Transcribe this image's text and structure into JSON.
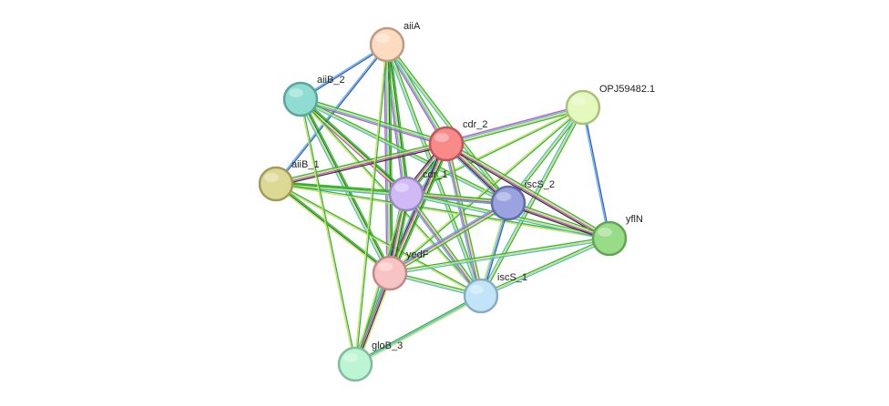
{
  "network": {
    "nodes": [
      {
        "id": "aiiA",
        "label": "aiiA",
        "color": "#fbdcc0",
        "stroke": "#c09a80"
      },
      {
        "id": "aiiB_2",
        "label": "aiiB_2",
        "color": "#8edcd2",
        "stroke": "#5aa59c"
      },
      {
        "id": "OPJ59482.1",
        "label": "OPJ59482.1",
        "color": "#e4f9bd",
        "stroke": "#a9c27a"
      },
      {
        "id": "cdr_2",
        "label": "cdr_2",
        "color": "#f88a8a",
        "stroke": "#c05656"
      },
      {
        "id": "aiiB_1",
        "label": "aiiB_1",
        "color": "#dcd994",
        "stroke": "#a09d58"
      },
      {
        "id": "cdr_1",
        "label": "cdr_1",
        "color": "#cfbaf5",
        "stroke": "#9a86c2"
      },
      {
        "id": "iscS_2",
        "label": "iscS_2",
        "color": "#9aa2e0",
        "stroke": "#626aa8"
      },
      {
        "id": "yflN",
        "label": "yflN",
        "color": "#99dc88",
        "stroke": "#62a452"
      },
      {
        "id": "yedF",
        "label": "yedF",
        "color": "#f8c3c3",
        "stroke": "#c08a8a"
      },
      {
        "id": "iscS_1",
        "label": "iscS_1",
        "color": "#c1e4f8",
        "stroke": "#88acc2"
      },
      {
        "id": "gloB_3",
        "label": "gloB_3",
        "color": "#bcf5d3",
        "stroke": "#82bc99"
      }
    ],
    "edge_colors": {
      "green": "#33b533",
      "darkgreen": "#1a7a1a",
      "yellow": "#cfe06a",
      "cyan": "#4fb8d8",
      "magenta": "#c64cc8",
      "blue": "#3a4fd8",
      "black": "#333333",
      "lightgreen": "#8bd88b"
    },
    "edges": [
      {
        "a": "aiiA",
        "b": "aiiB_2",
        "types": [
          "blue",
          "cyan"
        ]
      },
      {
        "a": "aiiA",
        "b": "aiiB_1",
        "types": [
          "blue",
          "cyan"
        ]
      },
      {
        "a": "aiiA",
        "b": "cdr_2",
        "types": [
          "green",
          "yellow",
          "cyan",
          "magenta"
        ]
      },
      {
        "a": "aiiA",
        "b": "cdr_1",
        "types": [
          "green",
          "darkgreen",
          "yellow",
          "cyan",
          "magenta"
        ]
      },
      {
        "a": "aiiA",
        "b": "iscS_2",
        "types": [
          "green",
          "yellow",
          "cyan"
        ]
      },
      {
        "a": "aiiA",
        "b": "yedF",
        "types": [
          "green",
          "darkgreen",
          "yellow",
          "cyan",
          "magenta"
        ]
      },
      {
        "a": "aiiA",
        "b": "iscS_1",
        "types": [
          "green",
          "yellow",
          "cyan"
        ]
      },
      {
        "a": "aiiB_2",
        "b": "cdr_2",
        "types": [
          "green",
          "yellow",
          "cyan",
          "magenta"
        ]
      },
      {
        "a": "aiiB_2",
        "b": "cdr_1",
        "types": [
          "green",
          "darkgreen",
          "yellow",
          "magenta"
        ]
      },
      {
        "a": "aiiB_2",
        "b": "iscS_2",
        "types": [
          "green",
          "yellow",
          "cyan"
        ]
      },
      {
        "a": "aiiB_2",
        "b": "yedF",
        "types": [
          "green",
          "darkgreen",
          "yellow",
          "cyan"
        ]
      },
      {
        "a": "aiiB_2",
        "b": "iscS_1",
        "types": [
          "green",
          "yellow"
        ]
      },
      {
        "a": "aiiB_1",
        "b": "cdr_2",
        "types": [
          "green",
          "yellow",
          "magenta",
          "black"
        ]
      },
      {
        "a": "aiiB_1",
        "b": "cdr_1",
        "types": [
          "green",
          "darkgreen",
          "yellow",
          "cyan"
        ]
      },
      {
        "a": "aiiB_1",
        "b": "iscS_2",
        "types": [
          "green",
          "yellow",
          "cyan"
        ]
      },
      {
        "a": "aiiB_1",
        "b": "yedF",
        "types": [
          "green",
          "darkgreen",
          "yellow"
        ]
      },
      {
        "a": "aiiB_1",
        "b": "iscS_1",
        "types": [
          "green",
          "yellow"
        ]
      },
      {
        "a": "aiiB_1",
        "b": "yflN",
        "types": [
          "green",
          "yellow"
        ]
      },
      {
        "a": "OPJ59482.1",
        "b": "cdr_2",
        "types": [
          "green",
          "yellow",
          "cyan",
          "magenta"
        ]
      },
      {
        "a": "OPJ59482.1",
        "b": "cdr_1",
        "types": [
          "green",
          "yellow"
        ]
      },
      {
        "a": "OPJ59482.1",
        "b": "iscS_2",
        "types": [
          "green",
          "yellow",
          "cyan"
        ]
      },
      {
        "a": "OPJ59482.1",
        "b": "yedF",
        "types": [
          "green",
          "yellow"
        ]
      },
      {
        "a": "OPJ59482.1",
        "b": "iscS_1",
        "types": [
          "green",
          "yellow",
          "cyan"
        ]
      },
      {
        "a": "OPJ59482.1",
        "b": "yflN",
        "types": [
          "blue",
          "cyan"
        ]
      },
      {
        "a": "cdr_2",
        "b": "cdr_1",
        "types": [
          "green",
          "darkgreen",
          "yellow",
          "magenta",
          "black"
        ]
      },
      {
        "a": "cdr_2",
        "b": "iscS_2",
        "types": [
          "green",
          "yellow",
          "magenta",
          "black",
          "cyan"
        ]
      },
      {
        "a": "cdr_2",
        "b": "yedF",
        "types": [
          "green",
          "darkgreen",
          "yellow",
          "magenta",
          "black",
          "cyan"
        ]
      },
      {
        "a": "cdr_2",
        "b": "iscS_1",
        "types": [
          "green",
          "yellow",
          "magenta",
          "cyan"
        ]
      },
      {
        "a": "cdr_2",
        "b": "yflN",
        "types": [
          "green",
          "yellow",
          "magenta",
          "black"
        ]
      },
      {
        "a": "cdr_1",
        "b": "iscS_2",
        "types": [
          "green",
          "yellow",
          "magenta",
          "cyan"
        ]
      },
      {
        "a": "cdr_1",
        "b": "yedF",
        "types": [
          "green",
          "darkgreen",
          "yellow",
          "magenta",
          "black",
          "cyan"
        ]
      },
      {
        "a": "cdr_1",
        "b": "iscS_1",
        "types": [
          "green",
          "yellow",
          "magenta",
          "cyan"
        ]
      },
      {
        "a": "cdr_1",
        "b": "yflN",
        "types": [
          "green",
          "yellow",
          "cyan"
        ]
      },
      {
        "a": "iscS_2",
        "b": "yedF",
        "types": [
          "green",
          "yellow",
          "magenta",
          "cyan"
        ]
      },
      {
        "a": "iscS_2",
        "b": "iscS_1",
        "types": [
          "blue",
          "cyan",
          "yellow"
        ]
      },
      {
        "a": "iscS_2",
        "b": "yflN",
        "types": [
          "green",
          "yellow",
          "magenta",
          "black"
        ]
      },
      {
        "a": "yedF",
        "b": "iscS_1",
        "types": [
          "green",
          "yellow",
          "cyan"
        ]
      },
      {
        "a": "yedF",
        "b": "yflN",
        "types": [
          "green",
          "yellow",
          "cyan"
        ]
      },
      {
        "a": "yedF",
        "b": "gloB_3",
        "types": [
          "yellow",
          "black",
          "magenta",
          "green",
          "cyan"
        ]
      },
      {
        "a": "iscS_1",
        "b": "yflN",
        "types": [
          "green",
          "yellow",
          "cyan"
        ]
      },
      {
        "a": "iscS_1",
        "b": "gloB_3",
        "types": [
          "yellow",
          "cyan",
          "green"
        ]
      },
      {
        "a": "gloB_3",
        "b": "cdr_1",
        "types": [
          "yellow",
          "green"
        ]
      },
      {
        "a": "gloB_3",
        "b": "aiiB_2",
        "types": [
          "yellow",
          "green"
        ]
      },
      {
        "a": "gloB_3",
        "b": "aiiA",
        "types": [
          "yellow",
          "green"
        ]
      }
    ]
  }
}
